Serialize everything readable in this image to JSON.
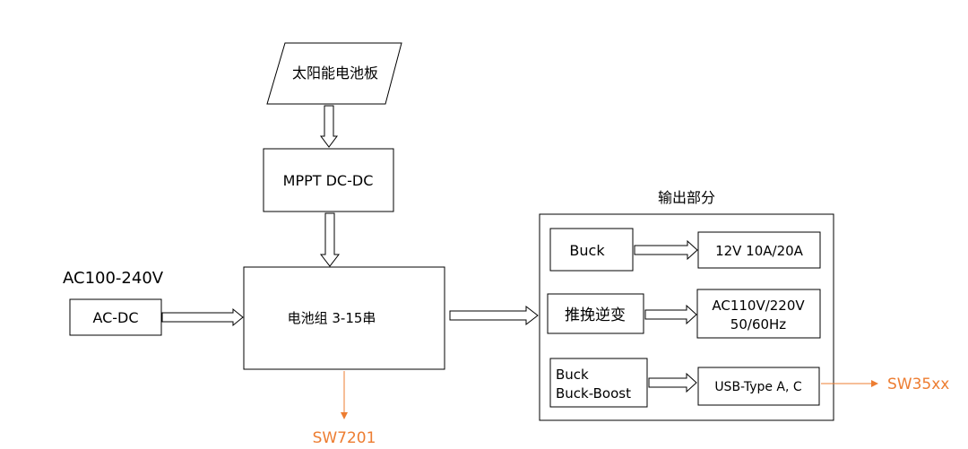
{
  "colors": {
    "accent": "#ED7D31",
    "stroke": "#000000",
    "background": "#ffffff"
  },
  "nodes": {
    "solar_panel": "太阳能电池板",
    "mppt": "MPPT DC-DC",
    "battery": "电池组 3-15串",
    "ac_input": "AC100-240V",
    "ac_dc": "AC-DC",
    "output_section_title": "输出部分",
    "buck": "Buck",
    "out_12v": "12V 10A/20A",
    "push_pull": "推挽逆变",
    "ac_out_line1": "AC110V/220V",
    "ac_out_line2": "50/60Hz",
    "buck_boost_line1": "Buck",
    "buck_boost_line2": "Buck-Boost",
    "usb": "USB-Type A, C"
  },
  "chips": {
    "battery_chip": "SW7201",
    "usb_chip": "SW35xx"
  }
}
